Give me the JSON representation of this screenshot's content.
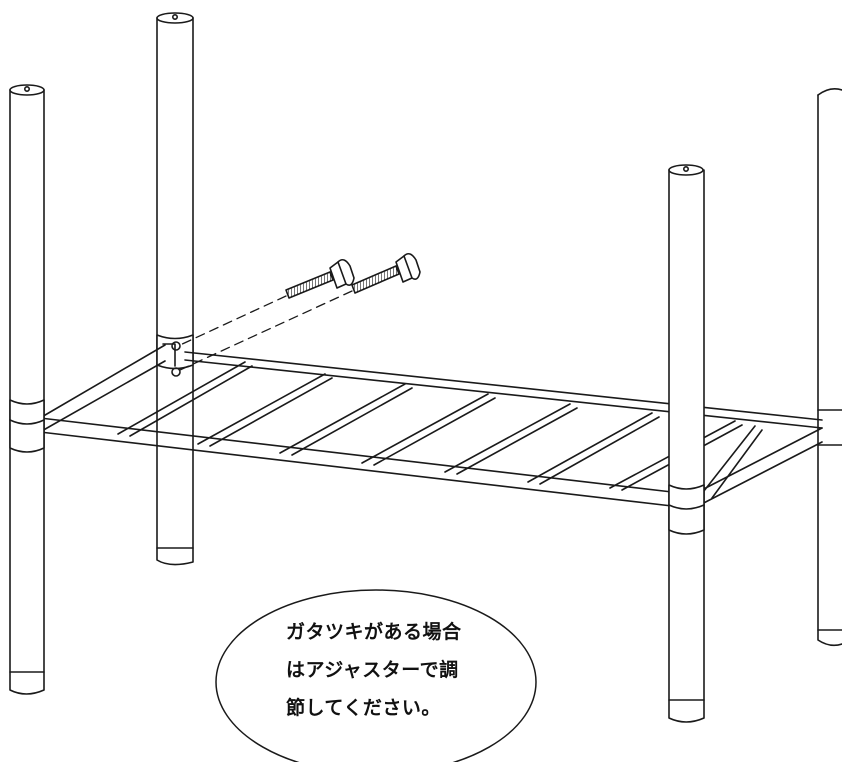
{
  "note": {
    "lines": [
      "ガタツキがある場合",
      "はアジャスターで調",
      "節してください。"
    ]
  },
  "colors": {
    "line": "#1a1a1a",
    "background": "#ffffff",
    "pole_fill": "#ffffff"
  },
  "illustration": {
    "subject": "shelf-assembly-step",
    "parts": [
      "pole",
      "shelf-frame",
      "collar-joint",
      "screw"
    ],
    "pole_count": 4,
    "screw_count": 2,
    "cross_bar_count": 8
  }
}
